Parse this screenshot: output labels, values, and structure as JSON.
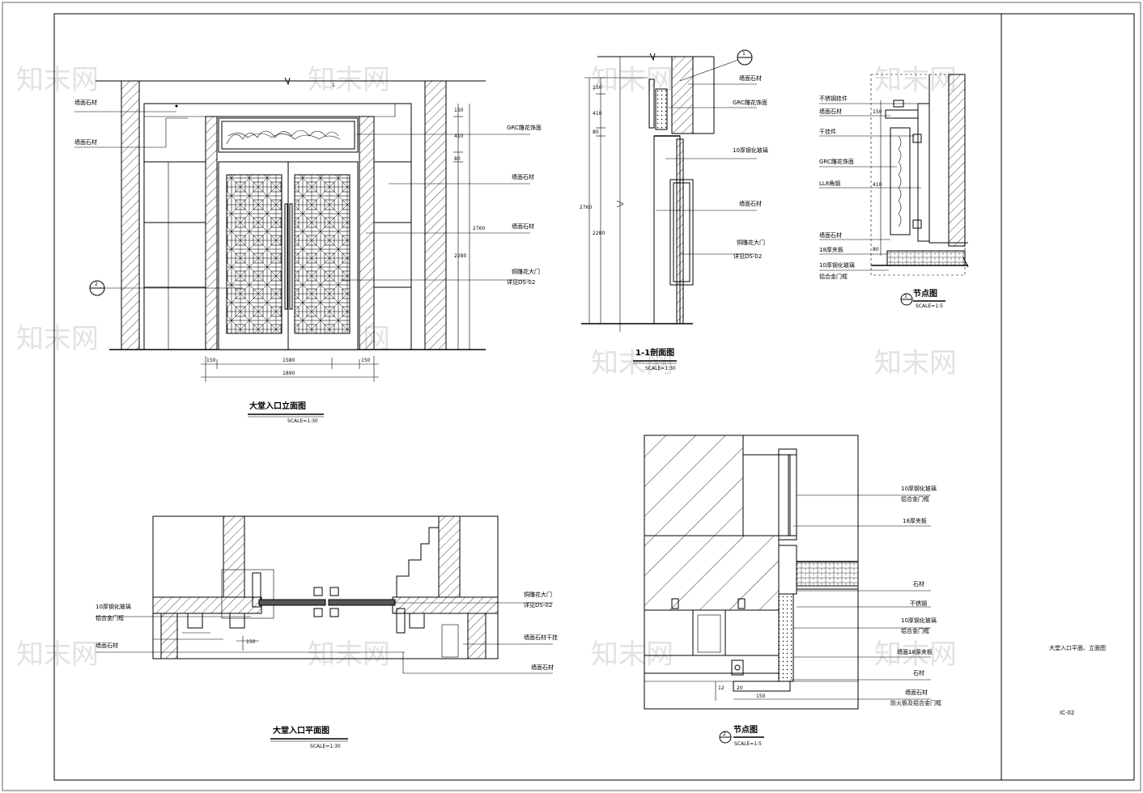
{
  "title_block": {
    "drawing_name": "大堂入口平面、立面图",
    "drawing_number": "IC-02"
  },
  "watermark": "知末网",
  "elevation": {
    "title": "大堂入口立面图",
    "scale": "SCALE=1:30",
    "section_mark": "1",
    "detail_mark": "2",
    "labels_left": [
      "墙面石材",
      "墙面石材"
    ],
    "labels_right": [
      "GRC雕花饰面",
      "墙面石材",
      "墙面石材",
      "铜雕花大门",
      "详见DS-02"
    ],
    "dims_bottom": [
      "150",
      "1580",
      "150",
      "1890"
    ],
    "dims_right": [
      "150",
      "410",
      "80",
      "2280",
      "2760"
    ]
  },
  "section": {
    "title": "1-1剖面图",
    "scale": "SCALE=1:30",
    "mark": "1",
    "labels": [
      "墙面石材",
      "GRC雕花饰面",
      "10厚钢化玻璃",
      "墙面石材",
      "铜雕花大门",
      "详见DS-02"
    ],
    "dims": [
      "150",
      "410",
      "80",
      "2280",
      "2760"
    ]
  },
  "node1": {
    "title": "节点图",
    "scale": "SCALE=1:5",
    "mark": "1",
    "labels": [
      "不锈钢挂件",
      "墙面石材",
      "干挂件",
      "GRC雕花饰面",
      "LL8角钢",
      "墙面石材",
      "18厚夹板",
      "10厚钢化玻璃",
      "铝合金门框"
    ],
    "dims": [
      "150",
      "410",
      "80"
    ]
  },
  "plan": {
    "title": "大堂入口平面图",
    "scale": "SCALE=1:30",
    "labels_left": [
      "10厚钢化玻璃",
      "铝合金门框",
      "墙面石材"
    ],
    "labels_right": [
      "铜雕花大门",
      "详见DS-02",
      "墙面石材干挂",
      "墙面石材"
    ],
    "dims": [
      "150"
    ]
  },
  "node2": {
    "title": "节点图",
    "scale": "SCALE=1:5",
    "mark": "2",
    "labels": [
      "10厚钢化玻璃",
      "铝合金门框",
      "18厚夹板",
      "石材",
      "不锈钢",
      "10厚钢化玻璃",
      "铝合金门框",
      "墙面18厚夹板",
      "石材",
      "墙面石材",
      "防火板及铝合金门框"
    ],
    "dims": [
      "150",
      "12",
      "20"
    ]
  }
}
